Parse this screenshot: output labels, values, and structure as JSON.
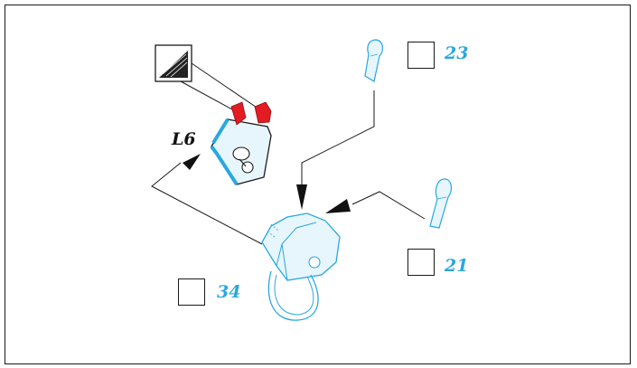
{
  "diagram": {
    "part_label": "L6",
    "steps": [
      {
        "ref": "23"
      },
      {
        "ref": "21"
      },
      {
        "ref": "34"
      }
    ],
    "colors": {
      "outline": "#1a1a1a",
      "blue": "#2aa7e0",
      "blue_fill": "#e7f6fc",
      "red": "#e31b23"
    },
    "icons": [
      "return-arrow-icon",
      "grease-icon"
    ]
  }
}
